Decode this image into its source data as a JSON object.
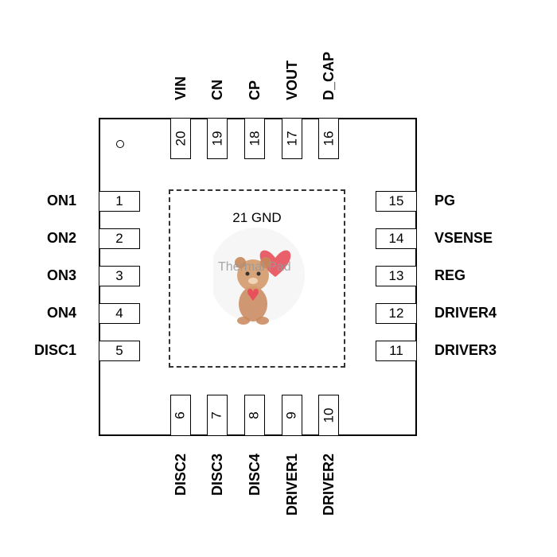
{
  "pad": {
    "label": "21 GND",
    "watermark": "Thermal Pad"
  },
  "pins": {
    "left": [
      {
        "num": "1",
        "name": "ON1"
      },
      {
        "num": "2",
        "name": "ON2"
      },
      {
        "num": "3",
        "name": "ON3"
      },
      {
        "num": "4",
        "name": "ON4"
      },
      {
        "num": "5",
        "name": "DISC1"
      }
    ],
    "bottom": [
      {
        "num": "6",
        "name": "DISC2"
      },
      {
        "num": "7",
        "name": "DISC3"
      },
      {
        "num": "8",
        "name": "DISC4"
      },
      {
        "num": "9",
        "name": "DRIVER1"
      },
      {
        "num": "10",
        "name": "DRIVER2"
      }
    ],
    "right": [
      {
        "num": "11",
        "name": "DRIVER3"
      },
      {
        "num": "12",
        "name": "DRIVER4"
      },
      {
        "num": "13",
        "name": "REG"
      },
      {
        "num": "14",
        "name": "VSENSE"
      },
      {
        "num": "15",
        "name": "PG"
      }
    ],
    "top": [
      {
        "num": "16",
        "name": "D_CAP"
      },
      {
        "num": "17",
        "name": "VOUT"
      },
      {
        "num": "18",
        "name": "CP"
      },
      {
        "num": "19",
        "name": "CN"
      },
      {
        "num": "20",
        "name": "VIN"
      }
    ]
  }
}
